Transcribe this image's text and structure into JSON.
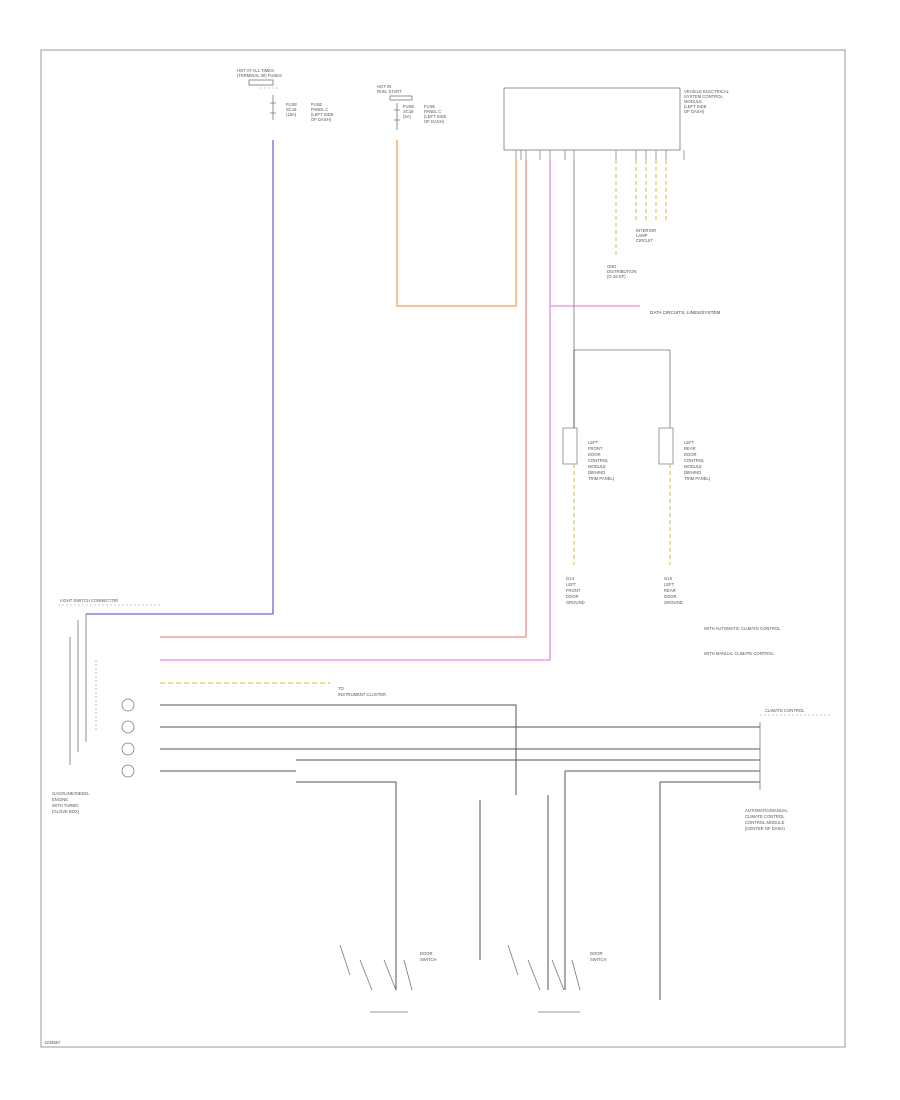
{
  "diagram": {
    "footer_code": "1234567",
    "top_left_source": {
      "title_lines": [
        "HOT AT ALL TIMES",
        "(TERMINAL 30) FUSES"
      ],
      "fuse_lines": [
        "FUSE",
        "SC16",
        "(15A)"
      ],
      "fuse_box_lines": [
        "FUSE",
        "PANEL C",
        "(LEFT SIDE",
        "OF DASH)"
      ]
    },
    "top_mid_source": {
      "title_lines": [
        "HOT IN",
        "RUN, START"
      ],
      "fuse_lines": [
        "FUSE",
        "SC18",
        "(5A)"
      ],
      "fuse_box_lines": [
        "FUSE",
        "PANEL C",
        "(LEFT SIDE",
        "OF DASH)"
      ]
    },
    "control_module": {
      "title_lines": [
        "VEHICLE ELECTRICAL",
        "SYSTEM CONTROL",
        "MODULE",
        "(LEFT SIDE",
        "OF DASH)"
      ]
    },
    "module_notes": {
      "ground_lines": [
        "GND",
        "DISTRIBUTION",
        "(G-16 KF)"
      ],
      "lamp_lines": [
        "INTERIOR",
        "LAMP",
        "CIRCUIT"
      ]
    },
    "data_bus_label": "DATA CIRCUITS, LINES/SYSTEM",
    "left_lamp": {
      "lines": [
        "LEFT",
        "FRONT",
        "DOOR",
        "CONTROL",
        "MODULE",
        "(BEHIND",
        "TRIM PANEL)"
      ]
    },
    "right_lamp": {
      "lines": [
        "LEFT",
        "REAR",
        "DOOR",
        "CONTROL",
        "MODULE",
        "(BEHIND",
        "TRIM PANEL)"
      ]
    },
    "left_ground": {
      "lines": [
        "G14",
        "LEFT",
        "FRONT",
        "DOOR",
        "GROUND"
      ]
    },
    "right_ground": {
      "lines": [
        "G15",
        "LEFT",
        "REAR",
        "DOOR",
        "GROUND"
      ]
    },
    "notes": [
      "WITH AUTOMATIC CLIMATE CONTROL",
      "WITH MANUAL CLIMATE CONTROL"
    ],
    "left_connector": {
      "title": "LIGHT SWITCH CONNECTOR",
      "lines": [
        "GASOLINE/DIESEL",
        "ENGINE",
        "WITH TURBO",
        "(GLOVE BOX)"
      ]
    },
    "right_connector": {
      "title": "CLIMATE CONTROL",
      "lines": [
        "AUTOMATIC/MANUAL",
        "CLIMATE CONTROL",
        "CONTROL MODULE",
        "(CENTER OF DASH)"
      ]
    },
    "dimmer_label": [
      "TO",
      "INSTRUMENT CLUSTER"
    ],
    "left_switch": [
      "DOOR",
      "SWITCH"
    ],
    "right_switch": [
      "DOOR",
      "SWITCH"
    ],
    "wire_colors": {
      "blue": "#6b6bd6",
      "orange": "#f2a25a",
      "red": "#ef8a8a",
      "pink": "#e58ae5",
      "yellow": "#d9c95a",
      "black": "#555555"
    }
  }
}
